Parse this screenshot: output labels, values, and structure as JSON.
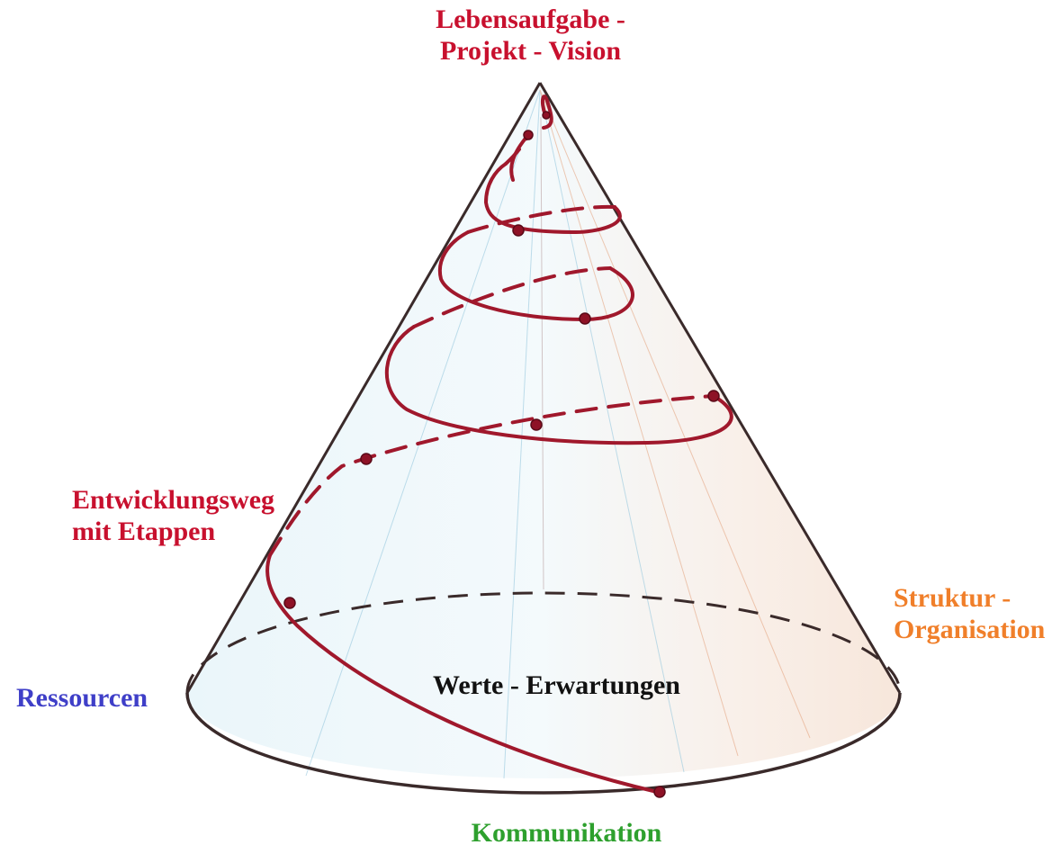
{
  "labels": {
    "top_line1": "Lebensaufgabe -",
    "top_line2": "Projekt - Vision",
    "path_line1": "Entwicklungsweg",
    "path_line2": "mit Etappen",
    "ressourcen": "Ressourcen",
    "struktur_line1": "Struktur -",
    "struktur_line2": "Organisation",
    "werte": "Werte - Erwartungen",
    "kommunikation": "Kommunikation"
  },
  "colors": {
    "red_label": "#c8102e",
    "blue_label": "#3f3fc8",
    "orange_label": "#f07f2a",
    "green_label": "#2ea02e",
    "dark_label": "#111111",
    "cone_outline": "#3a2a2a",
    "spiral": "#a0182c",
    "fill_blue": "#9fd0e6",
    "fill_orange": "#e8b08a"
  }
}
